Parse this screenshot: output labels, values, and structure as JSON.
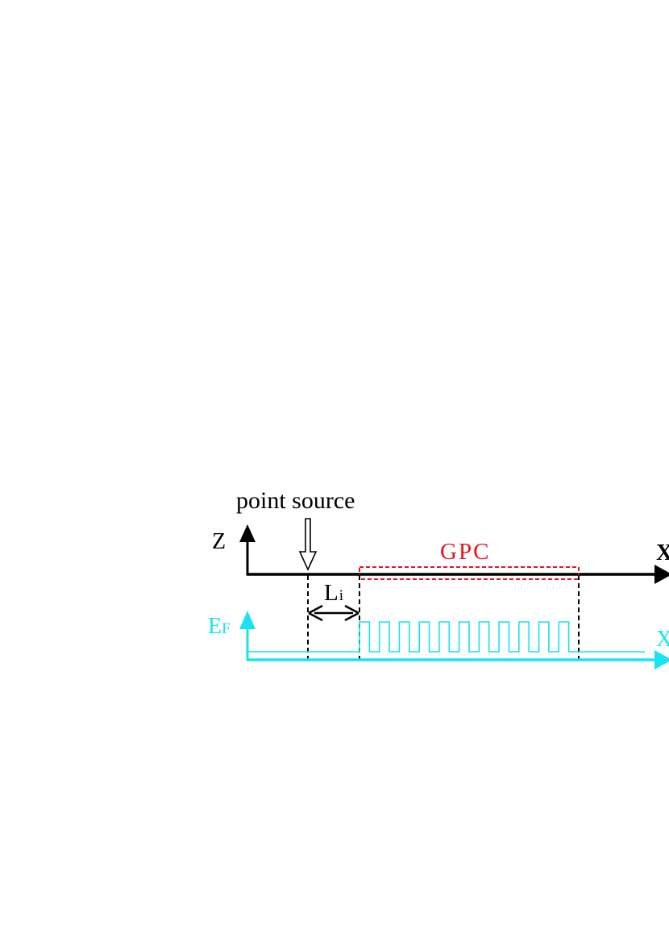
{
  "labels": {
    "point_source": "point source",
    "z_axis": "Z",
    "x_axis_top": "X",
    "gpc": "GPC",
    "li_main": "L",
    "li_sub": "i",
    "ef_main": "E",
    "ef_sub": "F",
    "x_axis_bottom": "X"
  },
  "colors": {
    "axis": "#000000",
    "gpc": "#e8161b",
    "ef": "#19e3f0"
  },
  "profile": {
    "pulse_count": 11
  }
}
